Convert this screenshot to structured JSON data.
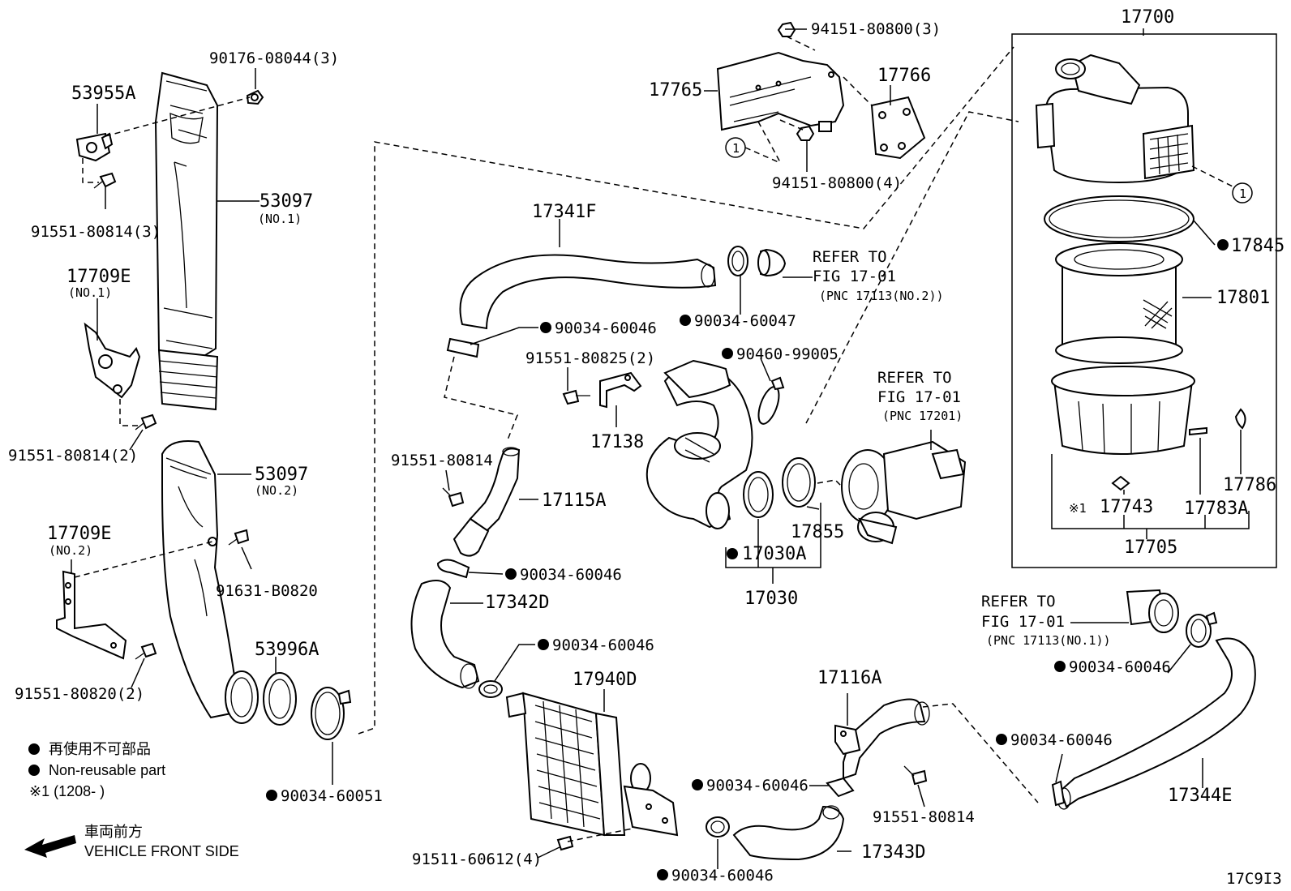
{
  "figure_code": "17C9I3",
  "labels": {
    "p90176": "90176-08044(3)",
    "p53955A": "53955A",
    "p91551_80814_3": "91551-80814(3)",
    "p53097_1": "53097",
    "p53097_1_sub": "(NO.1)",
    "p17709E_1": "17709E",
    "p17709E_1_sub": "(NO.1)",
    "p91551_80814_2": "91551-80814(2)",
    "p53097_2": "53097",
    "p53097_2_sub": "(NO.2)",
    "p17709E_2": "17709E",
    "p17709E_2_sub": "(NO.2)",
    "p91631": "91631-B0820",
    "p53996A": "53996A",
    "p91551_80820": "91551-80820(2)",
    "p90034_60051": "90034-60051",
    "p17341F": "17341F",
    "p90034_60046_a": "90034-60046",
    "p90034_60047": "90034-60047",
    "p91551_80825": "91551-80825(2)",
    "p17138": "17138",
    "p90460": "90460-99005",
    "p91551_80814_single": "91551-80814",
    "p17115A": "17115A",
    "p90034_60046_b": "90034-60046",
    "p17342D": "17342D",
    "p90034_60046_c": "90034-60046",
    "p17940D": "17940D",
    "p17030A": "17030A",
    "p17030": "17030",
    "p17855": "17855",
    "p17765": "17765",
    "p94151_3": "94151-80800(3)",
    "p17766": "17766",
    "p94151_4": "94151-80800(4)",
    "p17700": "17700",
    "p17845": "17845",
    "p17801": "17801",
    "p17786": "17786",
    "p17743": "17743",
    "p17743_mark": "※1",
    "p17783A": "17783A",
    "p17705": "17705",
    "p17116A": "17116A",
    "p91551_80814_bottom": "91551-80814",
    "p90034_60046_d": "90034-60046",
    "p17344E": "17344E",
    "p90034_60046_e": "90034-60046",
    "p90034_60046_f": "90034-60046",
    "p90034_60046_g": "90034-60046",
    "p17343D": "17343D",
    "p91511": "91511-60612(4)",
    "circle_ref_1": "1",
    "circle_ref_2": "1"
  },
  "refer_notes": {
    "refer_1701_a_line1": "REFER TO",
    "refer_1701_a_line2": "FIG 17-01",
    "refer_1701_a_line3": "(PNC 17113(NO.2))",
    "refer_1701_b_line1": "REFER TO",
    "refer_1701_b_line2": "FIG 17-01",
    "refer_1701_b_line3": "(PNC 17201)",
    "refer_1701_c_line1": "REFER TO",
    "refer_1701_c_line2": "FIG 17-01",
    "refer_1701_c_line3": "(PNC 17113(NO.1))"
  },
  "legend": {
    "non_reusable_jp": "再使用不可部品",
    "non_reusable_en": "Non-reusable part",
    "note_1": "※1 (1208-      )",
    "front_jp": "車両前方",
    "front_en": "VEHICLE FRONT SIDE"
  }
}
